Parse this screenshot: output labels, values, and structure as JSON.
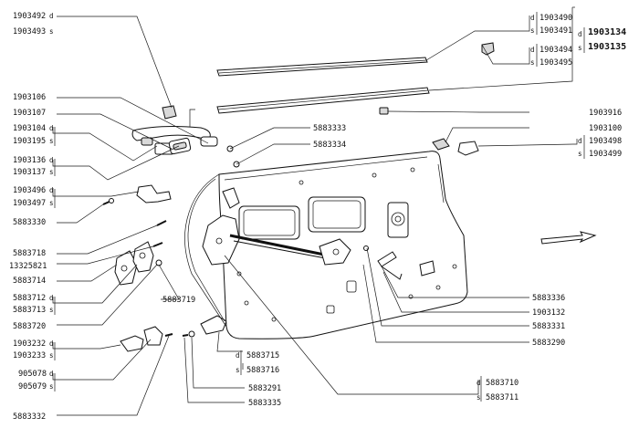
{
  "labels": {
    "l1903492": "1903492",
    "l1903493": "1903493",
    "l1903106": "1903106",
    "l1903107": "1903107",
    "l1903104": "1903104",
    "l1903195": "1903195",
    "l1903136": "1903136",
    "l1903137": "1903137",
    "l1903496": "1903496",
    "l1903497": "1903497",
    "l5883330": "5883330",
    "l5883718": "5883718",
    "l13325821": "13325821",
    "l5883714": "5883714",
    "l5883712": "5883712",
    "l5883713": "5883713",
    "l5883720": "5883720",
    "l1903232": "1903232",
    "l1903233": "1903233",
    "l905078": "905078",
    "l905079": "905079",
    "l5883332": "5883332",
    "l5883333": "5883333",
    "l5883334": "5883334",
    "l5883719": "5883719",
    "l5883715": "5883715",
    "l5883716": "5883716",
    "l5883291": "5883291",
    "l5883335": "5883335",
    "l1903490": "1903490",
    "l1903491": "1903491",
    "l1903494": "1903494",
    "l1903495": "1903495",
    "l1903134": "1903134",
    "l1903135": "1903135",
    "l1903916": "1903916",
    "l1903100": "1903100",
    "l1903498": "1903498",
    "l1903499": "1903499",
    "l5883336": "5883336",
    "l1903132": "1903132",
    "l5883331": "5883331",
    "l5883290": "5883290",
    "l5883710": "5883710",
    "l5883711": "5883711"
  },
  "side": {
    "d": "d",
    "s": "s"
  }
}
